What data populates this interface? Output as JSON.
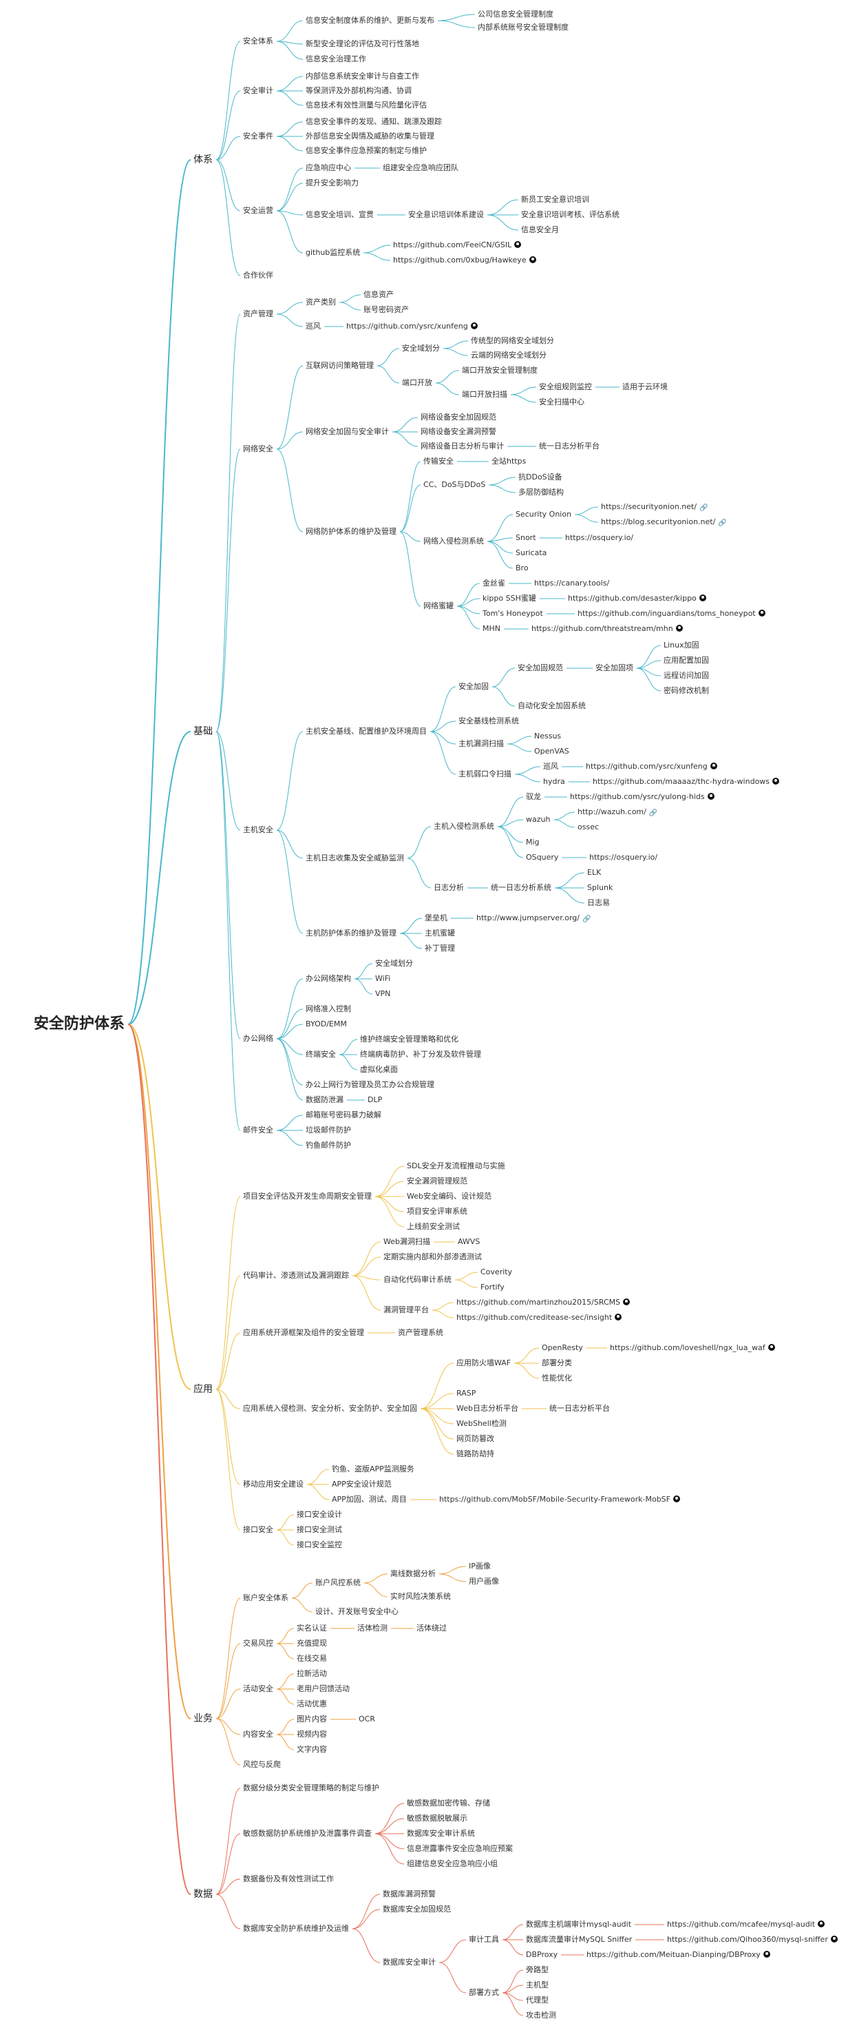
{
  "root": {
    "label": "安全防护体系"
  },
  "branches": [
    {
      "label": "体系",
      "color": "#48b7c9"
    },
    {
      "label": "基础",
      "color": "#48b7c9"
    },
    {
      "label": "应用",
      "color": "#f0c34e"
    },
    {
      "label": "业务",
      "color": "#f0a040"
    },
    {
      "label": "数据",
      "color": "#e8705a"
    }
  ],
  "tixi": {
    "安全体系": "安全体系",
    "zhidu": "信息安全制度体系的维护、更新与发布",
    "zhidu_c1": "公司信息安全管理制度",
    "zhidu_c2": "内部系统账号安全管理制度",
    "lilun": "新型安全理论的评估及可行性落地",
    "zhili": "信息安全治理工作",
    "安全审计": "安全审计",
    "sj1": "内部信息系统安全审计与自查工作",
    "sj2": "等保测评及外部机构沟通、协调",
    "sj3": "信息技术有效性测量与风险量化评估",
    "安全事件": "安全事件",
    "sjj1": "信息安全事件的发现、通知、跳漂及跟踪",
    "sjj2": "外部信息安全舆情及威胁的收集与管理",
    "sjj3": "信息安全事件应急预案的制定与维护",
    "安全运营": "安全运营",
    "yy1": "应急响应中心",
    "yy1c": "组建安全应急响应团队",
    "yy2": "提升安全影响力",
    "yy3": "信息安全培训、宣贯",
    "yy3c": "安全意识培训体系建设",
    "yy3cc1": "新员工安全意识培训",
    "yy3cc2": "安全意识培训考核、评估系统",
    "yy3cc3": "信息安全月",
    "yy4": "github监控系统",
    "yy4c1": "https://github.com/FeeiCN/GSIL",
    "yy4c2": "https://github.com/0xbug/Hawkeye",
    "hezuo": "合作伙伴"
  },
  "jichu": {
    "zcgl": "资产管理",
    "zclb": "资产类别",
    "zclb1": "信息资产",
    "zclb2": "账号密码资产",
    "xf": "巡风",
    "xf_url": "https://github.com/ysrc/xunfeng",
    "wlaq": "网络安全",
    "hl": "互联网访问策略管理",
    "aqy": "安全域划分",
    "aqy1": "传统型的网络安全域划分",
    "aqy2": "云端的网络安全域划分",
    "dk": "端口开放",
    "dk1": "端口开放安全管理制度",
    "dk2": "端口开放扫描",
    "dk2a": "安全组规则监控",
    "dk2a1": "适用于云环境",
    "dk2b": "安全扫描中心",
    "wljg": "网络安全加固与安全审计",
    "wljg1": "网络设备安全加固规范",
    "wljg2": "网络设备安全漏洞预警",
    "wljg3": "网络设备日志分析与审计",
    "wljg3a": "统一日志分析平台",
    "wlfh": "网络防护体系的维护及管理",
    "cs": "传输安全",
    "cs1": "全站https",
    "cc": "CC、DoS与DDoS",
    "cc1": "抗DDoS设备",
    "cc2": "多层防御结构",
    "ids": "网络入侵检测系统",
    "so": "Security Onion",
    "so1": "https://securityonion.net/",
    "so2": "https://blog.securityonion.net/",
    "snort": "Snort",
    "snort1": "https://osquery.io/",
    "suricata": "Suricata",
    "bro": "Bro",
    "hp": "网络蜜罐",
    "hp1": "金丝雀",
    "hp1u": "https://canary.tools/",
    "hp2": "kippo SSH蜜罐",
    "hp2u": "https://github.com/desaster/kippo",
    "hp3": "Tom's Honeypot",
    "hp3u": "https://github.com/inguardians/toms_honeypot",
    "hp4": "MHN",
    "hp4u": "https://github.com/threatstream/mhn",
    "zjaq": "主机安全",
    "zj1": "主机安全基线、配置维护及环境周目",
    "aqjg": "安全加固",
    "aqjggf": "安全加固规范",
    "aqjgx": "安全加固项",
    "aqjgx1": "Linux加固",
    "aqjgx2": "应用配置加固",
    "aqjgx3": "远程访问加固",
    "aqjgx4": "密码修改机制",
    "zdh": "自动化安全加固系统",
    "jx": "安全基线检测系统",
    "ld": "主机漏洞扫描",
    "ld1": "Nessus",
    "ld2": "OpenVAS",
    "rk": "主机弱口令扫描",
    "rk1": "巡风",
    "rk1u": "https://github.com/ysrc/xunfeng",
    "rk2": "hydra",
    "rk2u": "https://github.com/maaaaz/thc-hydra-windows",
    "zj2": "主机日志收集及安全威胁监测",
    "hids": "主机入侵检测系统",
    "hids1": "驭龙",
    "hids1u": "https://github.com/ysrc/yulong-hids",
    "wazuh": "wazuh",
    "wazuh1": "http://wazuh.com/",
    "ossec": "ossec",
    "mig": "Mig",
    "osq": "OSquery",
    "osqu": "https://osquery.io/",
    "rzfx": "日志分析",
    "rzfx1": "统一日志分析系统",
    "elk": "ELK",
    "splunk": "Splunk",
    "ryi": "日志易",
    "zj3": "主机防护体系的维护及管理",
    "blj": "堡垒机",
    "bljc": "http://www.jumpserver.org/",
    "zjhp": "主机蜜罐",
    "bd": "补丁管理",
    "bgwl": "办公网络",
    "bgwlgl": "办公网络架构",
    "bgwl1": "安全域划分",
    "bgwl2": "WiFi",
    "bgwl3": "VPN",
    "zr": "网络准入控制",
    "byod": "BYOD/EMM",
    "zdaq": "终端安全",
    "zd1": "维护终端安全管理策略和优化",
    "zd2": "终端病毒防护、补丁分发及软件管理",
    "zd3": "虚拟化桌面",
    "bgsw": "办公上网行为管理及员工办公合规管理",
    "sjfxl": "数据防泄漏",
    "dlp": "DLP",
    "yjaq": "邮件安全",
    "yj1": "邮箱账号密码暴力破解",
    "yj2": "垃圾邮件防护",
    "yj3": "钓鱼邮件防护"
  },
  "yingyong": {
    "xm": "项目安全评估及开发生命周期安全管理",
    "xm1": "SDL安全开发流程推动与实施",
    "xm2": "安全漏洞管理规范",
    "xm3": "Web安全编码、设计规范",
    "xm4": "项目安全评审系统",
    "xm5": "上线前安全测试",
    "dm": "代码审计、渗透测试及漏洞跟踪",
    "dm1": "Web漏洞扫描",
    "dm1a": "AWVS",
    "dm2": "定期实施内部和外部渗透测试",
    "dm3": "自动化代码审计系统",
    "dm3a": "Coverity",
    "dm3b": "Fortify",
    "dm4": "漏洞管理平台",
    "dm4a": "https://github.com/martinzhou2015/SRCMS",
    "dm4b": "https://github.com/creditease-sec/insight",
    "kf": "应用系统开源框架及组件的安全管理",
    "kf1": "资产管理系统",
    "rq": "应用系统入侵检测、安全分析、安全防护、安全加固",
    "waf": "应用防火墙WAF",
    "waf1": "OpenResty",
    "waf1u": "https://github.com/loveshell/ngx_lua_waf",
    "waf2": "部署分类",
    "waf3": "性能优化",
    "rasp": "RASP",
    "webrz": "Web日志分析平台",
    "webrz1": "统一日志分析平台",
    "webshell": "WebShell检测",
    "wygc": "网页防篡改",
    "llfh": "链路防劫持",
    "yd": "移动应用安全建设",
    "yd1": "钓鱼、盗版APP监测服务",
    "yd2": "APP安全设计规范",
    "yd3": "APP加固、测试、周目",
    "yd3u": "https://github.com/MobSF/Mobile-Security-Framework-MobSF",
    "jk": "接口安全",
    "jk1": "接口安全设计",
    "jk2": "接口安全测试",
    "jk3": "接口安全监控"
  },
  "yewu": {
    "zh": "账户安全体系",
    "zhfk": "账户风控系统",
    "lx": "离线数据分析",
    "lx1": "IP画像",
    "lx2": "用户画像",
    "ss": "实时风险决策系统",
    "sj": "设计、开发账号安全中心",
    "jy": "交易风控",
    "jy1": "实名认证",
    "jy1a": "活体检测",
    "jy1b": "活体绕过",
    "jy2": "充值提现",
    "jy3": "在线交易",
    "hd": "活动安全",
    "hd1": "拉新活动",
    "hd2": "老用户回馈活动",
    "hd3": "活动优惠",
    "nr": "内容安全",
    "nr1": "图片内容",
    "nr1a": "OCR",
    "nr2": "视频内容",
    "nr3": "文字内容",
    "fz": "风控与反爬"
  },
  "shuju": {
    "fj": "数据分级分类安全管理策略的制定与维护",
    "mg": "敏感数据防护系统维护及泄露事件调查",
    "mg1": "敏感数据加密传输、存储",
    "mg2": "敏感数据脱敏展示",
    "mg3": "数据库安全审计系统",
    "mg4": "信息泄露事件安全应急响应预案",
    "mg5": "组建信息安全应急响应小组",
    "bf": "数据备份及有效性测试工作",
    "db": "数据库安全防护系统维护及运维",
    "db1": "数据库漏洞预警",
    "db2": "数据库安全加固规范",
    "db3": "数据库安全审计",
    "sjgj": "审计工具",
    "sjgj1": "数据库主机端审计mysql-audit",
    "sjgj1u": "https://github.com/mcafee/mysql-audit",
    "sjgj2": "数据库流量审计MySQL Sniffer",
    "sjgj2u": "https://github.com/Qihoo360/mysql-sniffer",
    "sjgj3": "DBProxy",
    "sjgj3u": "https://github.com/Meituan-Dianping/DBProxy",
    "bs": "部署方式",
    "bs1": "旁路型",
    "bs2": "主机型",
    "bs3": "代理型",
    "bs4": "攻击检测"
  }
}
